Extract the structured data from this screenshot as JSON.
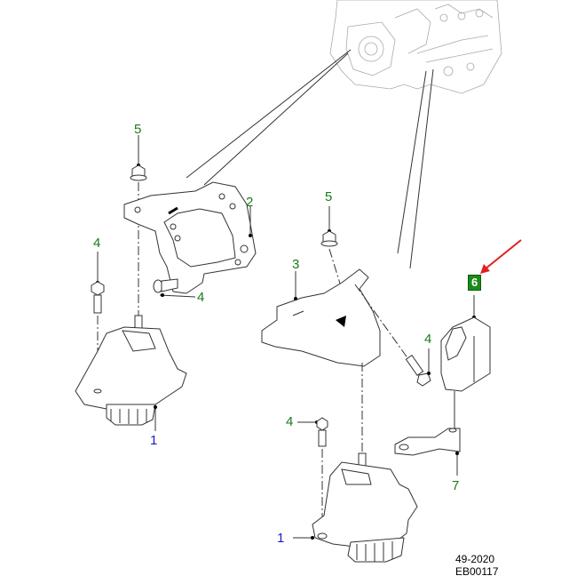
{
  "diagram": {
    "callouts": [
      {
        "id": "callout-1-left",
        "text": "1",
        "color": "#1a1acc"
      },
      {
        "id": "callout-2",
        "text": "2",
        "color": "#1a7a1a"
      },
      {
        "id": "callout-3",
        "text": "3",
        "color": "#1a7a1a"
      },
      {
        "id": "callout-4-left-bolt",
        "text": "4",
        "color": "#1a7a1a"
      },
      {
        "id": "callout-4-bracket-bolt",
        "text": "4",
        "color": "#1a7a1a"
      },
      {
        "id": "callout-4-right-bolt",
        "text": "4",
        "color": "#1a7a1a"
      },
      {
        "id": "callout-4-lower-bolt",
        "text": "4",
        "color": "#1a7a1a"
      },
      {
        "id": "callout-5-left",
        "text": "5",
        "color": "#1a7a1a"
      },
      {
        "id": "callout-5-right",
        "text": "5",
        "color": "#1a7a1a"
      },
      {
        "id": "callout-6-highlighted",
        "text": "6",
        "color": "#1a8a1a"
      },
      {
        "id": "callout-7",
        "text": "7",
        "color": "#1a7a1a"
      },
      {
        "id": "callout-1-right",
        "text": "1",
        "color": "#1a1acc"
      }
    ],
    "highlight_arrow_color": "#e02020",
    "figure_ref": "49-2020",
    "figure_code": "EB00117"
  }
}
